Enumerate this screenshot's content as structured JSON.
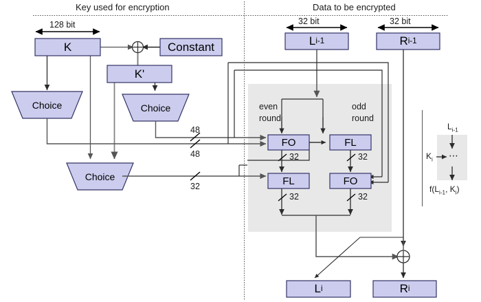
{
  "diagram": {
    "title_left": "Key used for encryption",
    "title_right": "Data to be encrypted",
    "colors": {
      "box_fill": "#ccccee",
      "box_stroke": "#333366",
      "gray_panel": "#e8e8e8",
      "line": "#404040",
      "text": "#1a1a1a"
    }
  },
  "key_side": {
    "width_label": "128 bit",
    "k_box": "K",
    "constant_box": "Constant",
    "kprime_box": "K'",
    "xor_symbol": "⊕",
    "choice_1": "Choice",
    "choice_2": "Choice",
    "choice_3": "Choice",
    "bus_48_upper": "48",
    "bus_48_lower": "48",
    "bus_32": "32"
  },
  "data_side": {
    "left_width_label": "32 bit",
    "right_width_label": "32 bit",
    "l_in": "L",
    "l_in_sub": "i-1",
    "r_in": "R",
    "r_in_sub": "i-1",
    "even_round_line1": "even",
    "even_round_line2": "round",
    "odd_round_line1": "odd",
    "odd_round_line2": "round",
    "fo_even": "FO",
    "fl_odd": "FL",
    "fl_even": "FL",
    "fo_odd": "FO",
    "bus_fo_even": "32",
    "bus_fl_odd": "32",
    "bus_fl_even": "32",
    "bus_fo_odd": "32",
    "xor_symbol": "⊕",
    "l_out": "L",
    "l_out_sub": "i",
    "r_out": "R",
    "r_out_sub": "i"
  },
  "legend": {
    "input": "L",
    "input_sub": "i-1",
    "key": "K",
    "key_sub": "i",
    "dots": "⋯",
    "output_prefix": "f(L",
    "output_sub1": "i-1",
    "output_mid": ", K",
    "output_sub2": "i",
    "output_suffix": ")"
  }
}
